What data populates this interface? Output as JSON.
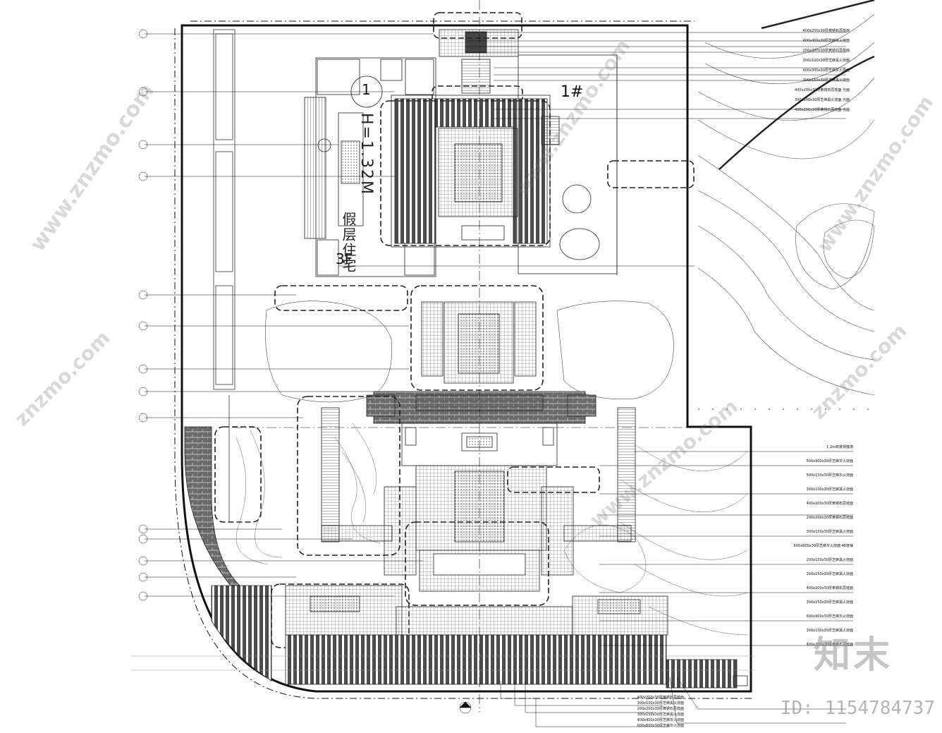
{
  "labels": {
    "building_no": "1#",
    "circle_no": "1",
    "level_text": "H=1.32M",
    "building_desc": "假层住宅",
    "floors": "3F"
  },
  "watermarks": {
    "site": "www.znzmo.com",
    "site_short": "znzmo.com",
    "logo": "知末",
    "id": "ID: 1154784737"
  },
  "right_callouts_top": [
    "400x200x30厚黄锈石荔枝面",
    "400x400x30厚芝麻灰火烧面",
    "200x200x30厚黄锈石荔枝面",
    "300x100x30厚芝麻黑火烧面",
    "600x300x30厚芝麻灰火烧面",
    "300x150x30厚芝麻黑火烧面",
    "400x200x30厚黄锈石荔枝面 光面",
    "300x100x30厚芝麻黑火烧面 光面",
    "400x200x30厚黄锈石荔枝面 光面"
  ],
  "right_callouts_bottom": [
    "1.2m高景观矮墙",
    "500x300x30厚芝麻灰火烧面",
    "500x150x30厚芝麻灰火烧面",
    "300x100x30厚芝麻黑火烧面",
    "400x200x30厚黄锈石荔枝面",
    "200x200x30厚黄锈石荔枝面",
    "300x150x30厚芝麻黑火烧面",
    "600x600x30厚芝麻灰火烧面 45度铺",
    "200x150x30厚芝麻黑火烧面",
    "300x150x30厚芝麻黑火烧面",
    "400x200x30厚黄锈石荔枝面",
    "300x150x30厚芝麻黑火烧面",
    "600x300x30厚芝麻灰火烧面",
    "300x100x30厚芝麻黑火烧面",
    "400x200x30厚黄锈石荔枝面"
  ],
  "bottom_callouts": [
    "400x200x30厚黄锈石荔枝面",
    "300x100x30厚芝麻黑火烧面",
    "200x200x30厚黄锈石荔枝面",
    "300x150x30厚芝麻黑火烧面",
    "400x400x30厚芝麻灰火烧面",
    "600x600x30厚芝麻灰火烧面"
  ],
  "colors": {
    "line": "#111111",
    "hatch": "#555555",
    "dark_fill": "#3a3a3a",
    "watermark": "#8a8a8a"
  }
}
